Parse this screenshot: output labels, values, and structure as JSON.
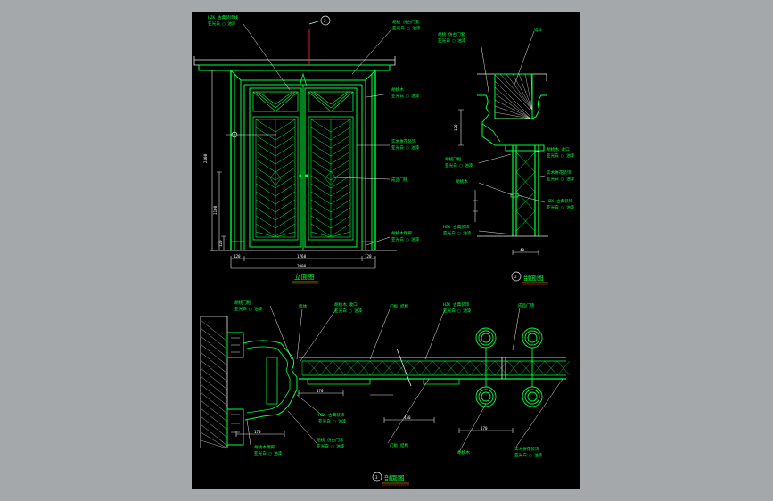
{
  "titles": {
    "elevation": "立面图",
    "section_a": "剖面图",
    "section_b": "剖面图",
    "marker_a": "2",
    "marker_b": "3",
    "marker_top": "2"
  },
  "elevation_dims": {
    "total_width": "2000",
    "door_width": "1760",
    "side_left": "120",
    "side_right": "120",
    "height_total": "2400",
    "height_handle": "1100",
    "height_base": "120"
  },
  "elevation_labels": {
    "top_left": [
      "HZK 古典装饰线",
      "亚光白 □ 油漆"
    ],
    "top_right": [
      "胡桃 仿古门套",
      "亚光白 □ 油漆"
    ],
    "right_1": [
      "胡桃木",
      "亚光白 □ 油漆"
    ],
    "right_2": [
      "实木拼花装饰",
      "亚光白 □ 油漆"
    ],
    "right_3": "成品门锁",
    "right_4": [
      "胡桃木踢脚",
      "亚光白 □ 油漆"
    ]
  },
  "section_a_labels": {
    "top_1": [
      "胡桃 仿古门套",
      "亚光白 □ 油漆"
    ],
    "top_2": "墙体",
    "mid_1": [
      "胡桃木 收口",
      "亚光白 □ 油漆"
    ],
    "mid_2": [
      "实木拼花装饰",
      "亚光白 □ 油漆"
    ],
    "left_1": [
      "胡桃门框",
      "亚光白 □ 油漆"
    ],
    "left_2": "胡桃木",
    "right_3": [
      "HZK 古典装饰",
      "亚光白 □ 油漆"
    ],
    "left_3": [
      "HZK 古典装饰",
      "亚光白 □ 油漆"
    ],
    "dim_120": "120",
    "dim_40": "40"
  },
  "section_b_labels": {
    "l1": [
      "胡桃门框",
      "亚光白 □ 油漆"
    ],
    "l2": "墙体",
    "l3": [
      "胡桃木 收口",
      "亚光白 □ 油漆"
    ],
    "l4": "门板 结构",
    "l5": [
      "HZK 古典装饰",
      "亚光白 □ 油漆"
    ],
    "l6": "成品门锁",
    "b1": [
      "胡桃木踢脚",
      "亚光白 □ 油漆"
    ],
    "b2": [
      "HZK 古典装饰",
      "亚光白 □ 油漆"
    ],
    "b3": [
      "胡桃 仿古门套",
      "亚光白 □ 油漆"
    ],
    "b4": "门板 结构",
    "b5": "胡桃木",
    "b6": [
      "实木拼花装饰",
      "亚光白 □ 油漆"
    ],
    "dim_170a": "170",
    "dim_170b": "170",
    "dim_450": "450",
    "dim_170c": "170"
  }
}
